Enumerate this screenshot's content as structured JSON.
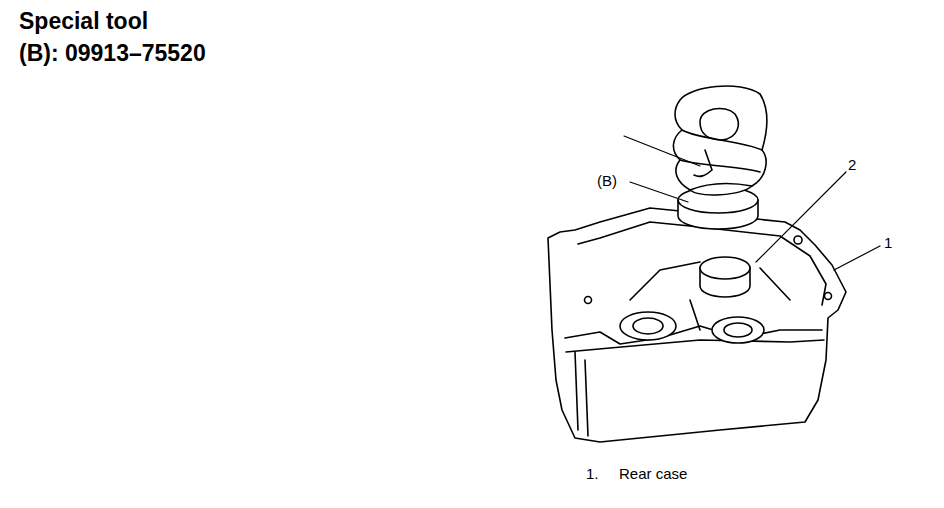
{
  "diagram": {
    "title": "Special tool",
    "labels": [
      "(B): 09913–75520",
      "(B)",
      "2",
      "1",
      "1.",
      "Rear case"
    ]
  }
}
